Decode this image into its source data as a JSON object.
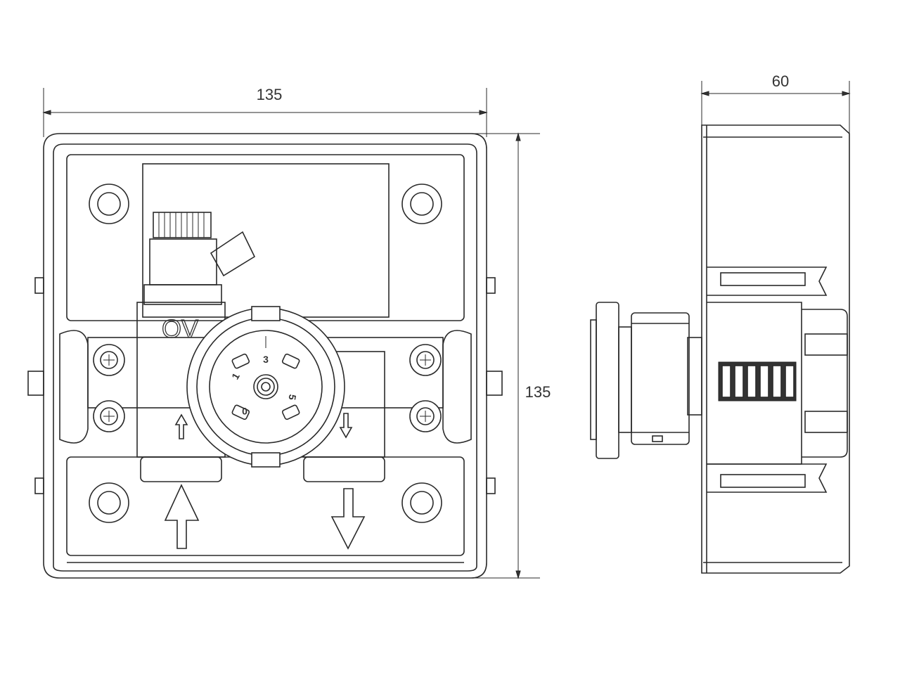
{
  "front_view": {
    "width_dimension": "135",
    "height_dimension": "135",
    "valve_marking": "OV",
    "dial_labels": [
      "3",
      "1",
      "0",
      "5"
    ]
  },
  "side_view": {
    "depth_dimension": "60"
  }
}
